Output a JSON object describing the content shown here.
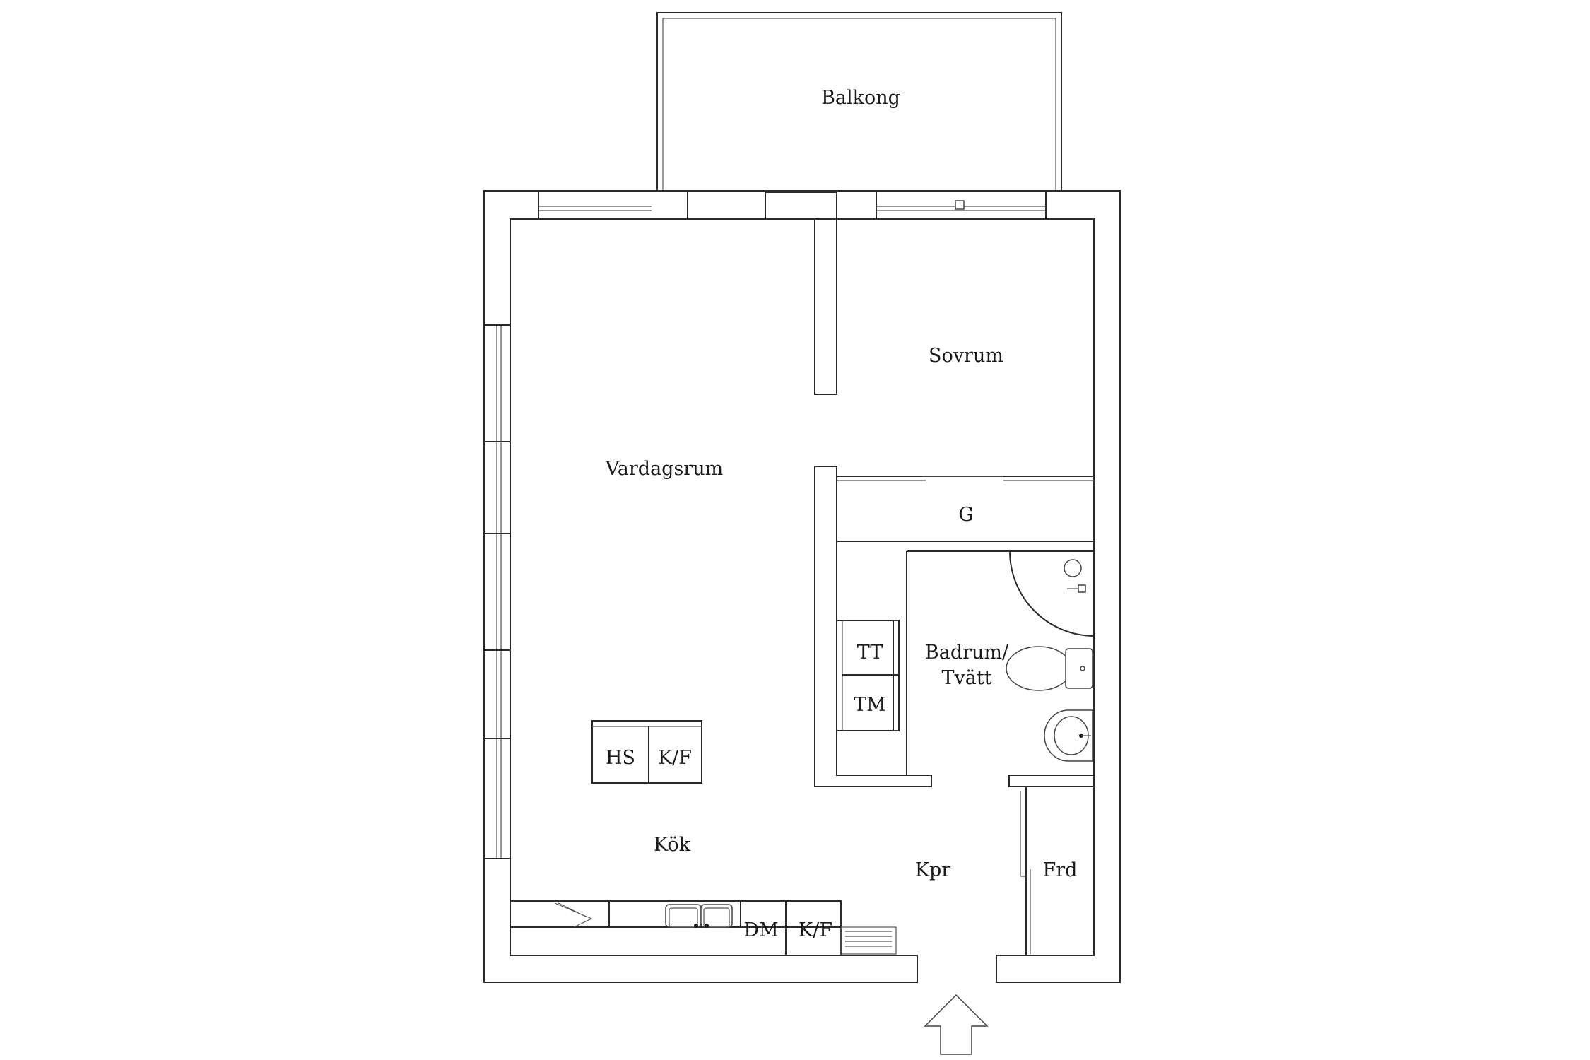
{
  "rooms": {
    "balkong": "Balkong",
    "sovrum": "Sovrum",
    "vardagsrum": "Vardagsrum",
    "garderob": "G",
    "badrum_line1": "Badrum/",
    "badrum_line2": "Tvätt",
    "kok": "Kök",
    "korridor": "Kpr",
    "forrad": "Frd"
  },
  "appliances": {
    "tumble_dryer": "TT",
    "washing_machine": "TM",
    "tall_cabinet": "HS",
    "fridge_freezer_island": "K/F",
    "dishwasher": "DM",
    "fridge_freezer_counter": "K/F"
  },
  "icons": {
    "entrance": "entrance-arrow-icon"
  },
  "colors": {
    "line": "#2a2a2a",
    "background": "#ffffff"
  }
}
